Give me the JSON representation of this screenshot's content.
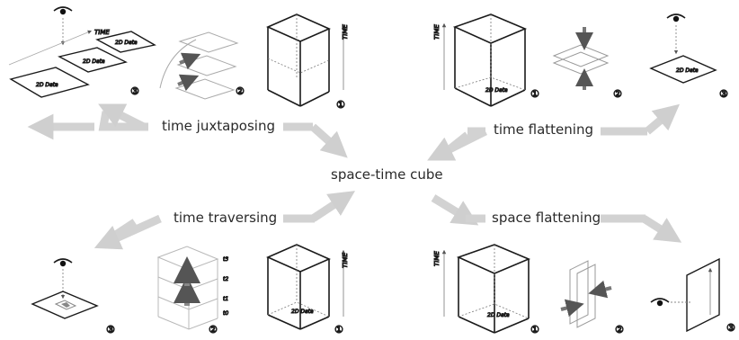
{
  "center": {
    "label": "space-time cube"
  },
  "operations": {
    "juxtaposing": {
      "label": "time juxtaposing"
    },
    "flattening": {
      "label": "time flattening"
    },
    "traversing": {
      "label": "time traversing"
    },
    "space_flattening": {
      "label": "space flattening"
    }
  },
  "annotations": {
    "time_axis": "TIME",
    "data_2d": "2D Data",
    "step_1": "①",
    "step_2": "②",
    "step_3": "③",
    "t0": "t0",
    "t1": "t1",
    "t2": "t2",
    "t3": "t3"
  },
  "colors": {
    "arrow": "#cccccc",
    "line": "#1a1a1a",
    "faint": "#b5b5b5"
  },
  "icons": [
    "eye-icon",
    "time-axis-arrow",
    "cube-icon",
    "plane-icon"
  ]
}
